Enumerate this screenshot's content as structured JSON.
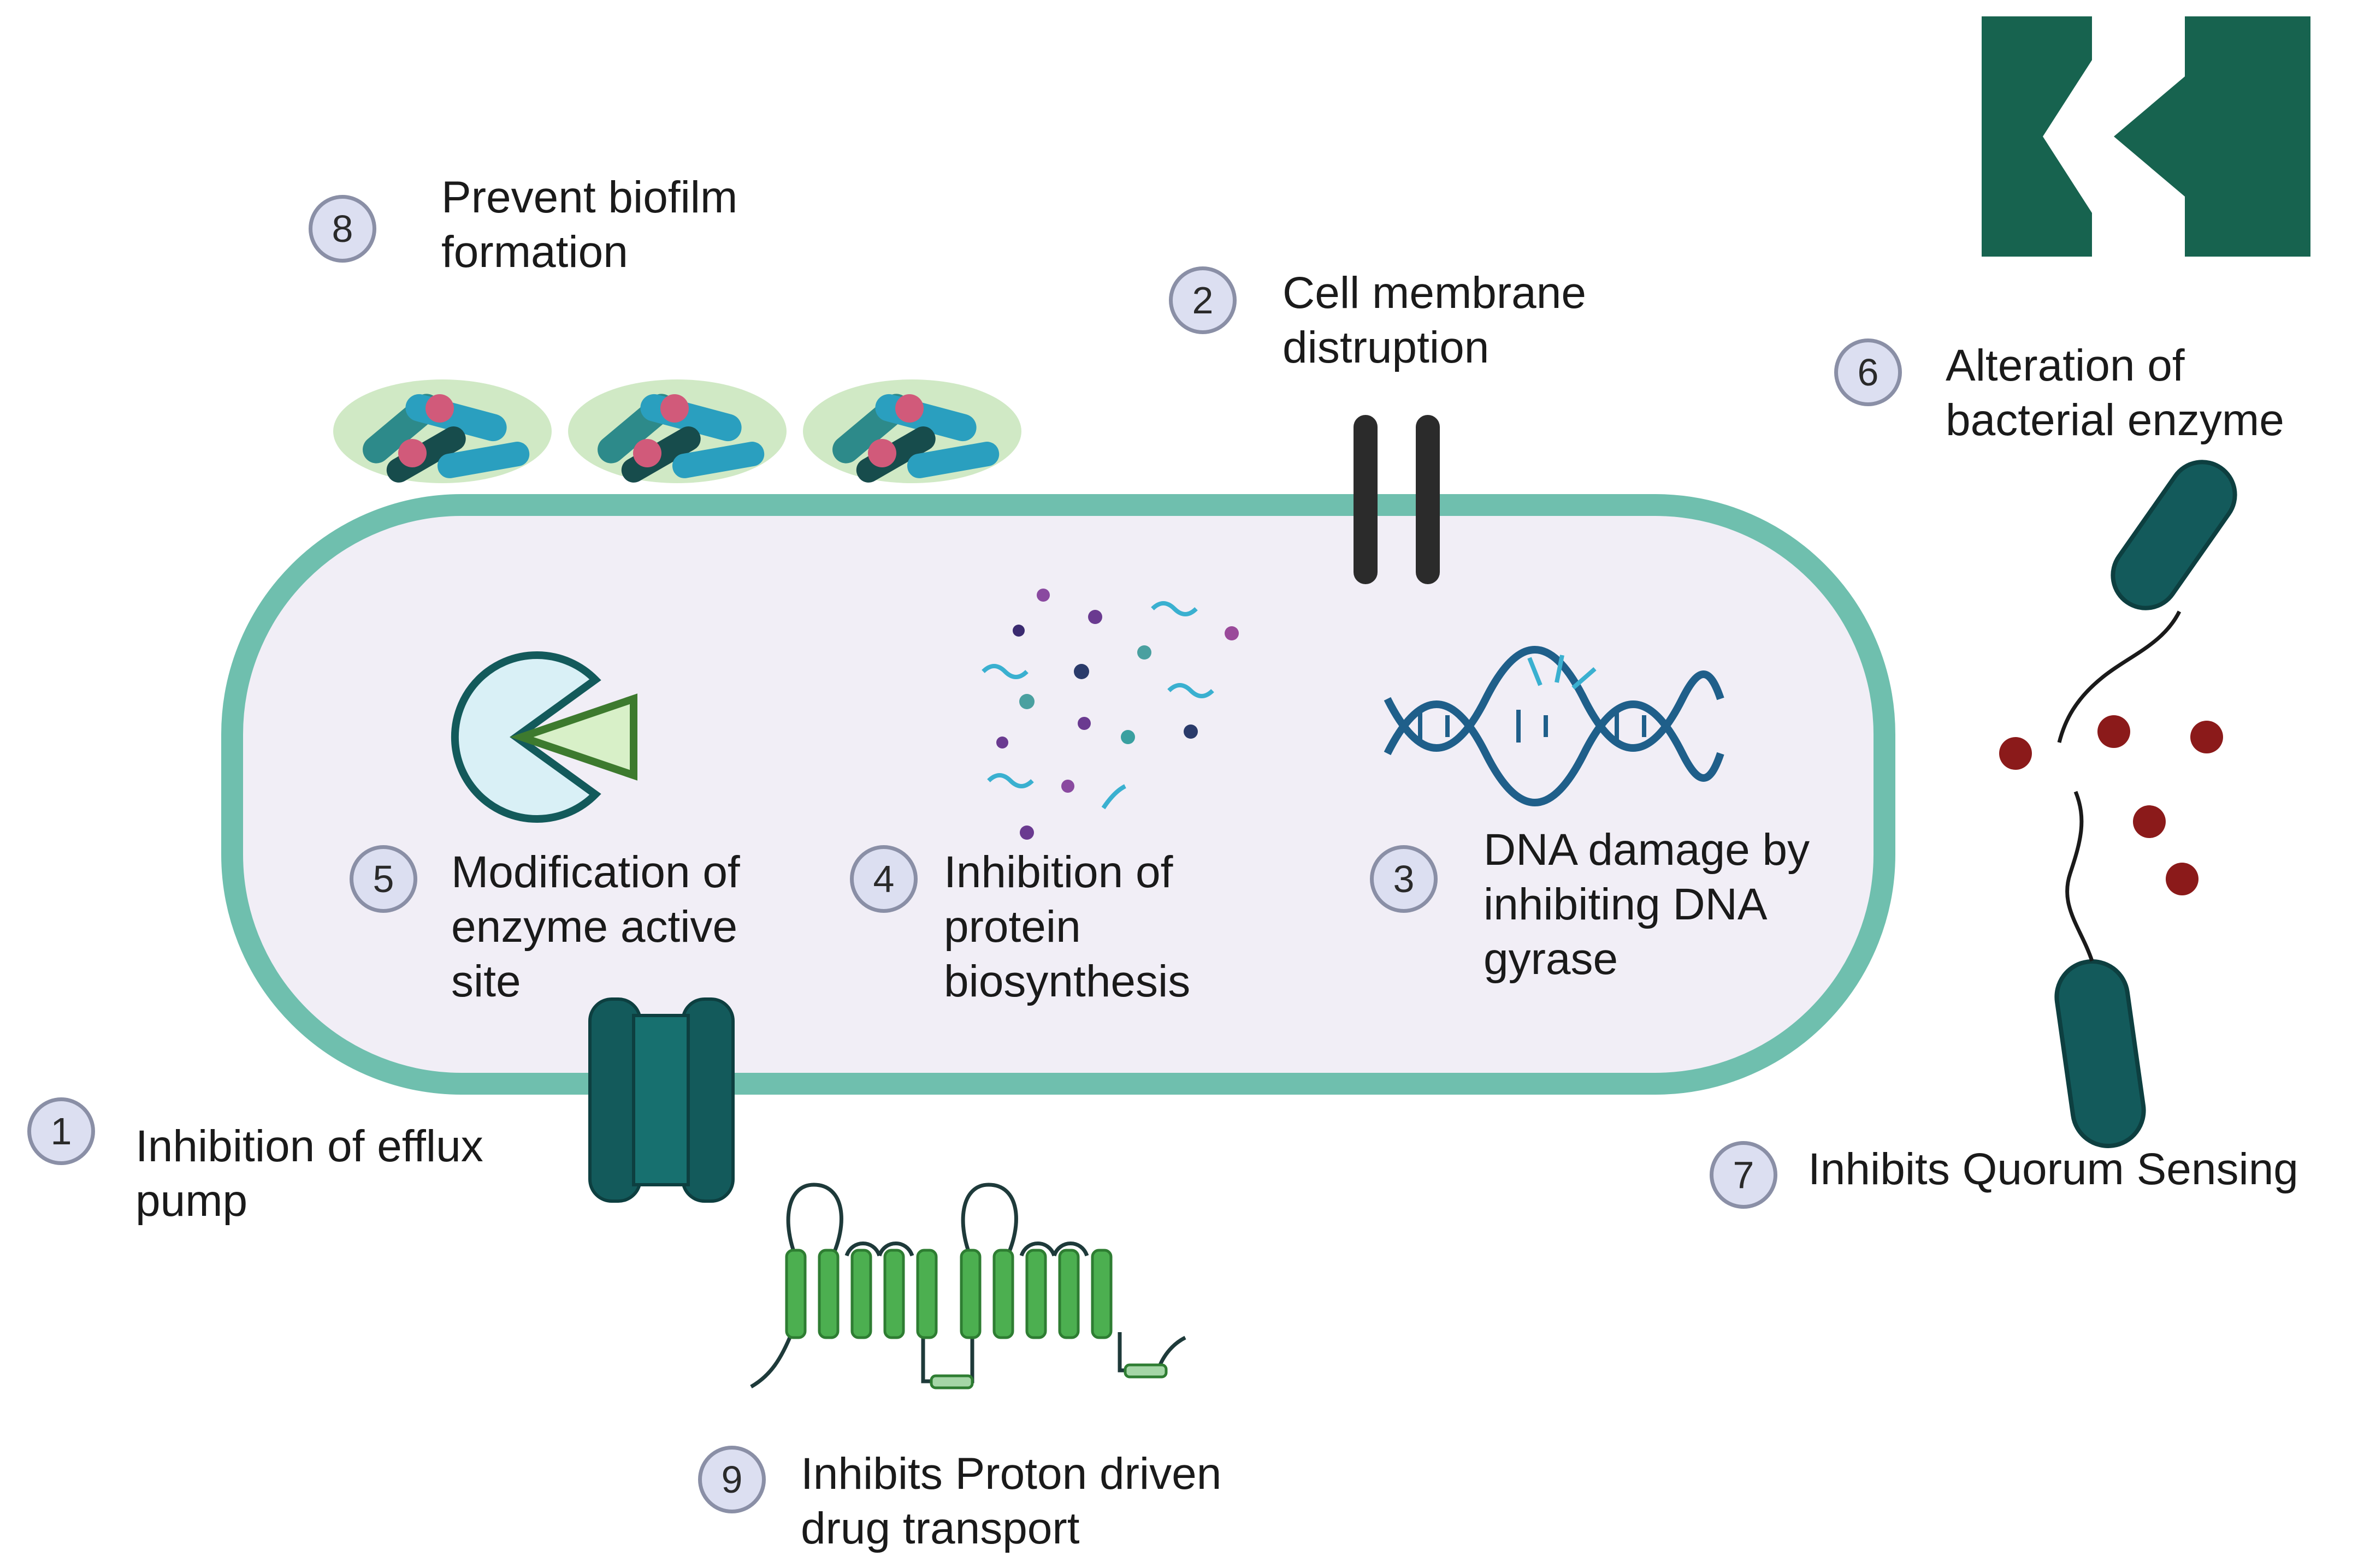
{
  "mechanisms": [
    {
      "number": "1",
      "lines": [
        "Inhibition of efflux",
        "pump"
      ]
    },
    {
      "number": "2",
      "lines": [
        "Cell membrane",
        "distruption"
      ]
    },
    {
      "number": "3",
      "lines": [
        "DNA damage by",
        "inhibiting DNA",
        "gyrase"
      ]
    },
    {
      "number": "4",
      "lines": [
        "Inhibition of",
        "protein",
        "biosynthesis"
      ]
    },
    {
      "number": "5",
      "lines": [
        "Modification of",
        "enzyme active",
        "site"
      ]
    },
    {
      "number": "6",
      "lines": [
        "Alteration of",
        "bacterial enzyme"
      ]
    },
    {
      "number": "7",
      "lines": [
        "Inhibits Quorum Sensing"
      ]
    },
    {
      "number": "8",
      "lines": [
        "Prevent biofilm",
        "formation"
      ]
    },
    {
      "number": "9",
      "lines": [
        "Inhibits Proton driven",
        "drug transport"
      ]
    }
  ],
  "icons": [
    "biofilm-cluster-icon",
    "membrane-pore-icon",
    "dna-helix-icon",
    "ribosome-particles-icon",
    "enzyme-pacman-icon",
    "efflux-pump-icon",
    "proton-transporter-icon",
    "bacterium-icon",
    "signal-molecule-icon",
    "logo-mark-icon"
  ],
  "colors": {
    "cell_fill": "#f1eef6",
    "cell_border": "#6fbfae",
    "dark_teal": "#135a5b",
    "logo_green": "#17634f",
    "badge_fill": "#dcdff1",
    "transporter_green": "#4caf50",
    "signal_red": "#8b1a1a"
  }
}
